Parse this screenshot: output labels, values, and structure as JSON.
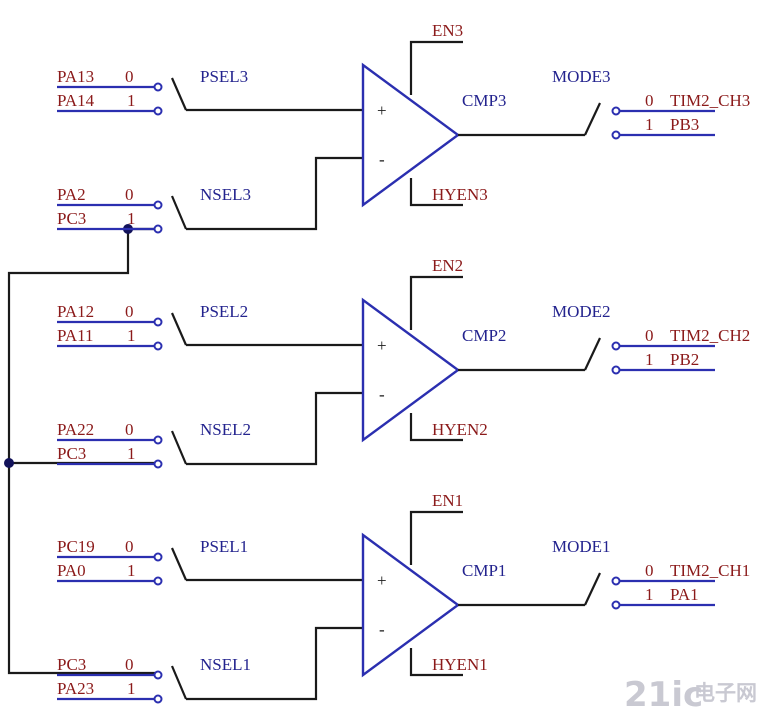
{
  "blocks": [
    {
      "psel": {
        "label": "PSEL3",
        "in0": "PA13",
        "in1": "PA14"
      },
      "nsel": {
        "label": "NSEL3",
        "in0": "PA2",
        "in1": "PC3"
      },
      "cmp": "CMP3",
      "en": "EN3",
      "hyen": "HYEN3",
      "mode": "MODE3",
      "out0": "TIM2_CH3",
      "out1": "PB3"
    },
    {
      "psel": {
        "label": "PSEL2",
        "in0": "PA12",
        "in1": "PA11"
      },
      "nsel": {
        "label": "NSEL2",
        "in0": "PA22",
        "in1": "PC3"
      },
      "cmp": "CMP2",
      "en": "EN2",
      "hyen": "HYEN2",
      "mode": "MODE2",
      "out0": "TIM2_CH2",
      "out1": "PB2"
    },
    {
      "psel": {
        "label": "PSEL1",
        "in0": "PC19",
        "in1": "PA0"
      },
      "nsel": {
        "label": "NSEL1",
        "in0": "PC3",
        "in1": "PA23"
      },
      "cmp": "CMP1",
      "en": "EN1",
      "hyen": "HYEN1",
      "mode": "MODE1",
      "out0": "TIM2_CH1",
      "out1": "PA1"
    }
  ],
  "sel0": "0",
  "sel1": "1",
  "plus_sign": "+",
  "minus_sign": "-",
  "watermark": {
    "latin": "21ic",
    "cjk": "电子网"
  }
}
